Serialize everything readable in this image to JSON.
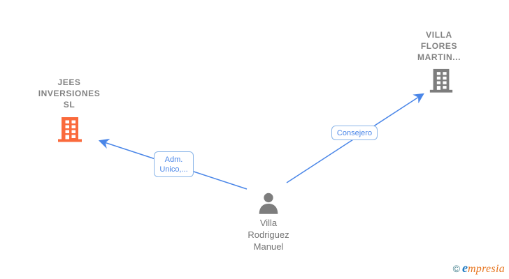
{
  "canvas": {
    "background": "#ffffff"
  },
  "colors": {
    "edge": "#4a86e8",
    "edge_label_text": "#4a86e8",
    "edge_label_border": "#8ab5e8",
    "edge_label_bg": "#ffffff",
    "company_label_text": "#828282",
    "person_label_text": "#757575",
    "building_left_icon": "#fa6a3c",
    "building_right_icon": "#7d7d7d",
    "person_icon": "#7d7d7d",
    "logo_copyright": "#45818e",
    "logo_e": "#1d78c1",
    "logo_rest": "#e87722"
  },
  "nodes": {
    "company_left": {
      "name_line1": "JEES",
      "name_line2": "INVERSIONES",
      "name_line3": "SL",
      "icon": "building-icon"
    },
    "company_right": {
      "name_line1": "VILLA",
      "name_line2": "FLORES",
      "name_line3": "MARTIN...",
      "icon": "building-icon"
    },
    "person": {
      "name_line1": "Villa",
      "name_line2": "Rodriguez",
      "name_line3": "Manuel",
      "icon": "person-icon"
    }
  },
  "edges": [
    {
      "from": "person",
      "to": "company_left",
      "label_line1": "Adm.",
      "label_line2": "Unico,..."
    },
    {
      "from": "person",
      "to": "company_right",
      "label": "Consejero"
    }
  ],
  "footer": {
    "copyright_symbol": "©",
    "brand_first": "e",
    "brand_rest": "mpresia"
  }
}
